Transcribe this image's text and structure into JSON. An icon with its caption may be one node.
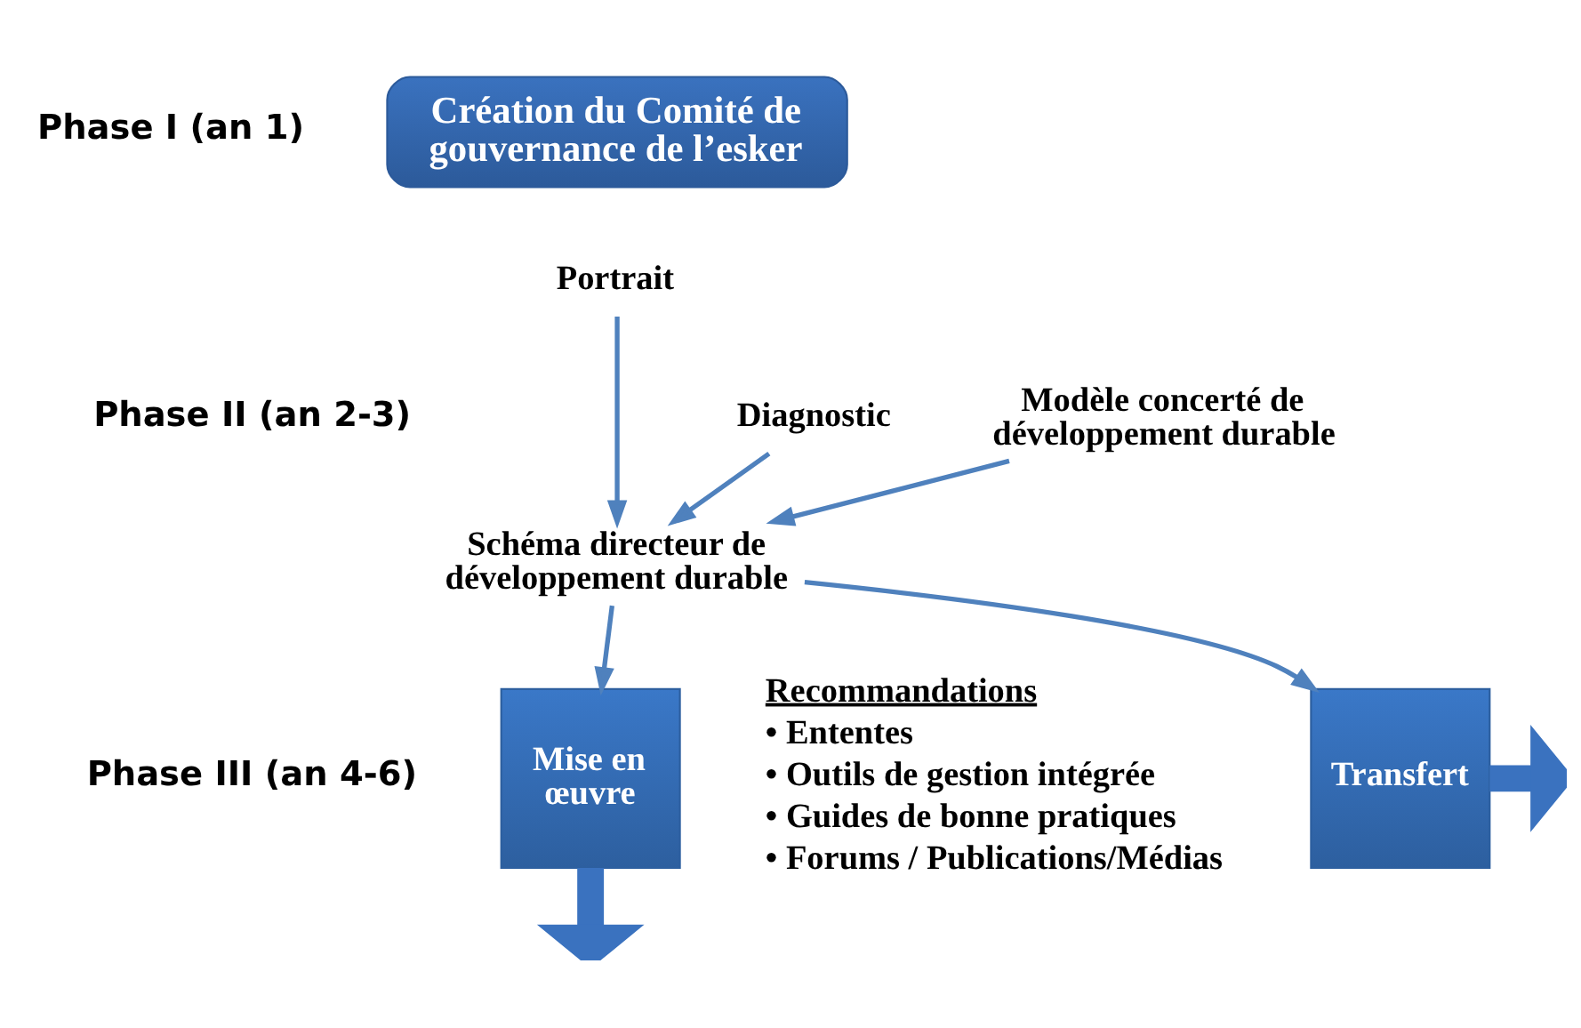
{
  "diagram": {
    "nodes": [
      {
        "text": [
          "Création du Comité de gouvernance de l’esker"
        ]
      },
      {
        "text": [
          "Portrait"
        ]
      },
      {
        "text": [
          "Diagnostic"
        ]
      },
      {
        "text": [
          "Modèle concerté de développement durable"
        ]
      },
      {
        "text": [
          "Schéma directeur de développement durable"
        ]
      },
      {
        "text": [
          "Mise en œuvre"
        ]
      },
      {
        "text": [
          "Recommandations",
          "• Ententes",
          "• Outils de gestion intégrée",
          "• Guides de bonne pratiques",
          "• Forums / Publications/Médias"
        ]
      },
      {
        "text": [
          "Transfert"
        ]
      }
    ],
    "edges": [
      {
        "from": 1,
        "to": 4,
        "arrow": "to"
      },
      {
        "from": 2,
        "to": 4,
        "arrow": "to"
      },
      {
        "from": 3,
        "to": 4,
        "arrow": "to"
      },
      {
        "from": 4,
        "to": 5,
        "arrow": "to"
      },
      {
        "from": 4,
        "to": 7,
        "arrow": "to"
      },
      {
        "from": 5,
        "to": null,
        "arrow": "to",
        "style": "thick"
      },
      {
        "from": 7,
        "to": null,
        "arrow": "to",
        "style": "thick"
      }
    ],
    "labels": [
      "Phase I (an 1)",
      "Phase II (an 2-3)",
      "Phase III (an 4-6)"
    ]
  }
}
